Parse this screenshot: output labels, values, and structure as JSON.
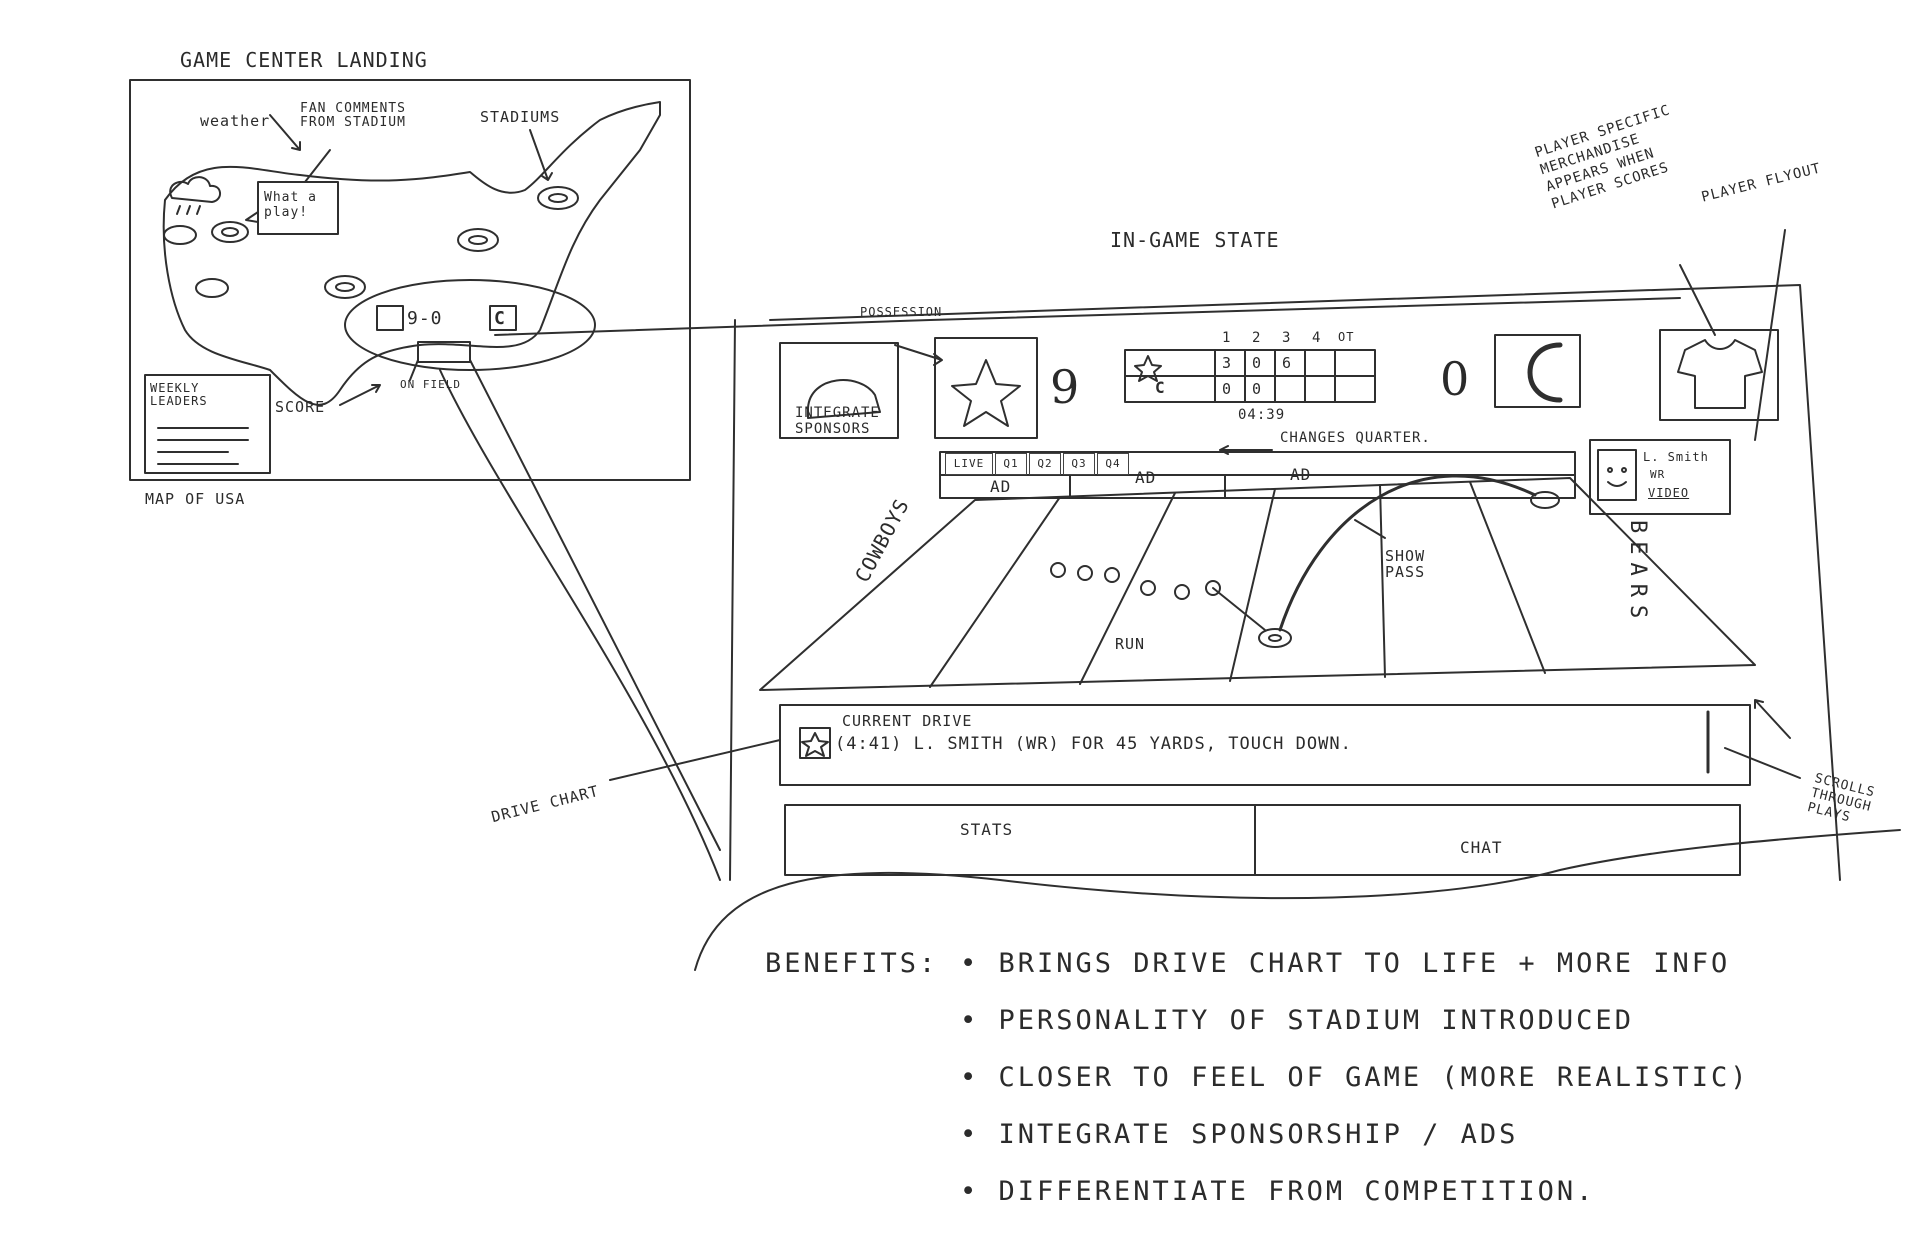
{
  "sketch": {
    "landing": {
      "title": "GAME CENTER LANDING",
      "weather_label": "weather",
      "fan_comments_label": "FAN COMMENTS FROM STADIUM",
      "stadiums_label": "STADIUMS",
      "bubble_text": "What a play!",
      "score_chip": "9-0",
      "weekly_leaders": "WEEKLY LEADERS",
      "score_label": "SCORE",
      "on_field_label": "ON FIELD",
      "map_label": "MAP OF USA"
    },
    "ingame": {
      "title": "IN-GAME STATE",
      "possession_label": "POSSESSION",
      "integrate_sponsors_label": "INTEGRATE SPONSORS",
      "score_home": "9",
      "score_away": "0",
      "quarter_headers": [
        "1",
        "2",
        "3",
        "4",
        "OT"
      ],
      "home_row": [
        "3",
        "0",
        "6",
        ""
      ],
      "away_row": [
        "0",
        "0",
        "",
        ""
      ],
      "game_clock": "04:39",
      "changes_quarter_label": "CHANGES QUARTER.",
      "tabs": [
        "LIVE",
        "Q1",
        "Q2",
        "Q3",
        "Q4"
      ],
      "ad_labels": [
        "AD",
        "AD",
        "AD"
      ],
      "merch_label": "PLAYER SPECIFIC MERCHANDISE APPEARS WHEN PLAYER SCORES",
      "player_flyout_label": "PLAYER FLYOUT",
      "flyout_name": "L. Smith",
      "flyout_sub": "WR",
      "flyout_video": "VIDEO",
      "team_left": "COWBOYS",
      "team_right": "BEARS",
      "run_label": "RUN",
      "show_pass_label": "SHOW PASS",
      "drive_title": "CURRENT DRIVE",
      "drive_text": "(4:41)  L. SMITH (WR) FOR 45 YARDS, TOUCH DOWN.",
      "drive_chart_label": "DRIVE CHART",
      "scrolls_label": "SCROLLS THROUGH PLAYS",
      "stats_tab": "STATS",
      "chat_tab": "CHAT"
    },
    "benefits": {
      "heading": "BENEFITS:",
      "items": [
        "BRINGS DRIVE CHART TO LIFE + MORE INFO",
        "PERSONALITY OF STADIUM INTRODUCED",
        "CLOSER TO FEEL OF GAME (MORE REALISTIC)",
        "INTEGRATE SPONSORSHIP / ADS",
        "DIFFERENTIATE FROM COMPETITION."
      ]
    }
  }
}
